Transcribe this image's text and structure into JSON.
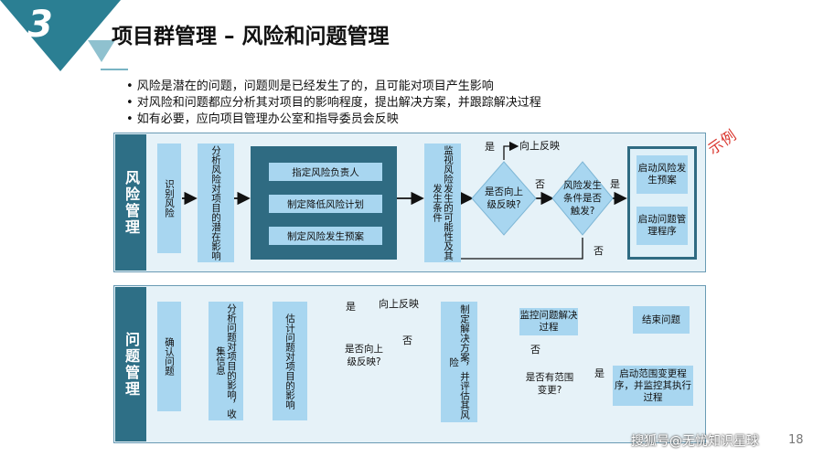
{
  "slide": {
    "number": "3",
    "title": "项目群管理 – 风险和问题管理",
    "bullets": [
      "• 风险是潜在的问题，问题则是已经发生了的，且可能对项目产生影响",
      "• 对风险和问题都应分析其对项目的影响程度，提出解决方案，并跟踪解决过程",
      "• 如有必要，应向项目管理办公室和指导委员会反映"
    ],
    "stamp": "示例",
    "page_number": "18",
    "watermark": "搜狐号@无忧知识星球"
  },
  "risk": {
    "section_label": "风险管理",
    "identify": "识别风险",
    "analyze": "分析风险对项目的潜在影响",
    "actions": [
      "指定风险负责人",
      "制定降低风险计划",
      "制定风险发生预案"
    ],
    "monitor": "监视风险发生的可能性及其发生条件",
    "escalate_q": "是否向上级反映?",
    "trigger_q": "风险发生条件是否触发?",
    "yes_label": "是",
    "no_label": "否",
    "report_up": "向上反映",
    "outcome_1": "启动风险发生预案",
    "outcome_2": "启动问题管理程序"
  },
  "issue": {
    "section_label": "问题管理",
    "confirm": "确认问题",
    "analyze": "分析问题对项目的影响，收集信息",
    "estimate": "估计问题对项目的影响",
    "escalate_q": "是否向上级反映?",
    "plan": "制定解决方案，并评估其风险",
    "monitor": "监控问题解决过程",
    "close": "结束问题",
    "scope_q": "是否有范围变更?",
    "scope_action": "启动范围变更程序，并监控其执行过程",
    "yes_label": "是",
    "no_label": "否",
    "report_up": "向上反映"
  }
}
